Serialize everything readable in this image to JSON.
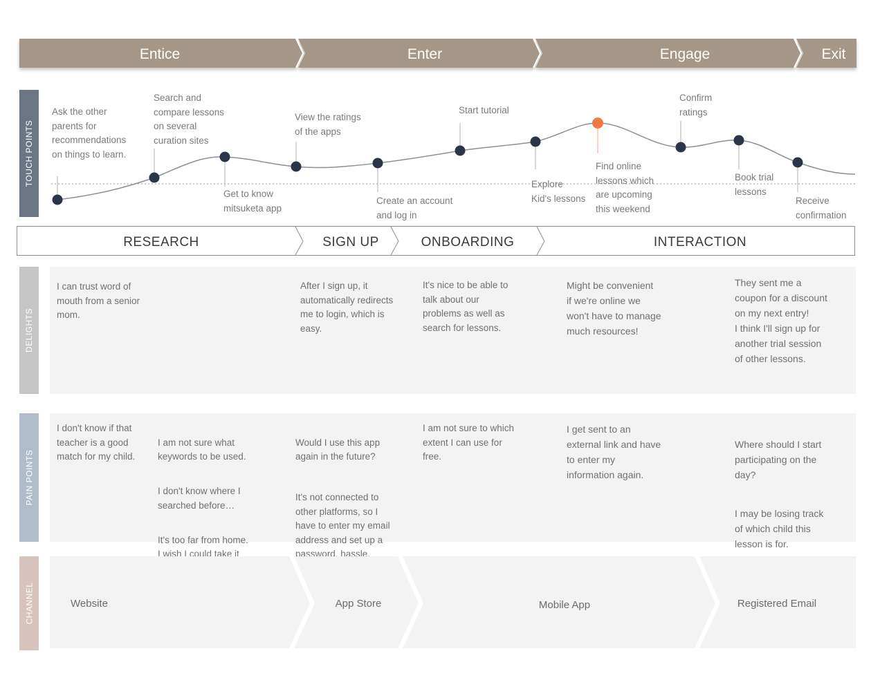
{
  "stages": [
    "Entice",
    "Enter",
    "Engage",
    "Exit"
  ],
  "row_labels": {
    "touch_points": "TOUCH POINTS",
    "delights": "DELIGHTS",
    "pain_points": "PAIN POINTS",
    "channel": "CHANNEL"
  },
  "touch_points": {
    "above": [
      "Ask the other\nparents for\nrecommendations\non things to learn.",
      "Search and\ncompare lessons\non several\ncuration sites",
      "View the ratings\nof the apps",
      "Start tutorial",
      "Confirm\nratings"
    ],
    "below": [
      "Get to know\nmitsuketa app",
      "Create an account\nand log in",
      "Explore\nKid's lessons",
      "Find online\nlessons which\nare upcoming\nthis weekend",
      "Book trial\nlessons",
      "Receive\nconfirmation"
    ]
  },
  "phases": [
    "RESEARCH",
    "SIGN UP",
    "ONBOARDING",
    "INTERACTION"
  ],
  "delights": [
    "I can trust word of\nmouth from a senior\nmom.",
    "After I sign up, it\nautomatically redirects\nme to login, which is\neasy.",
    "It's nice to be able to\ntalk about our\nproblems as well as\nsearch for lessons.",
    "Might be convenient\nif we're online we\nwon't have to manage\nmuch resources!",
    "They sent me a\ncoupon for a discount\non my next entry!\nI think I'll sign up for\nanother trial session\nof other lessons."
  ],
  "pain_points": {
    "research_a": "I don't know if that\nteacher is a good\nmatch for my child.",
    "research_b": [
      "I am not sure what\nkeywords to be used.",
      "I don't know where I\nsearched before…",
      "It's too far from home.\nI wish I could take it\nonline."
    ],
    "sign_up": [
      "Would I use this app\nagain in the future?",
      "It's not connected to\nother platforms, so I\nhave to enter my email\naddress and set up a\npassword, hassle."
    ],
    "onboarding": "I am not sure to which\nextent I can use for\nfree.",
    "interaction_a": "I get sent to an\nexternal link and have\nto enter my\ninformation again.",
    "interaction_b": [
      "Where should I start\nparticipating on the\nday?",
      "I may be losing track\nof which child this\nlesson is for."
    ]
  },
  "channels": [
    "Website",
    "App Store",
    "Mobile App",
    "Registered Email"
  ],
  "colors": {
    "stage_bar": "#a49787",
    "touch_label_bg": "#6c7584",
    "delights_label_bg": "#c6c6c6",
    "pain_label_bg": "#b0bcc9",
    "channel_label_bg": "#d7c3bd",
    "point": "#2a3547",
    "highlight_point": "#ef7a45",
    "row_bg": "#f3f3f3"
  }
}
